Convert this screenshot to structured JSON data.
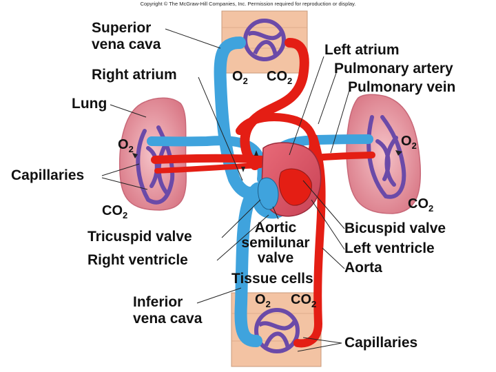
{
  "copyright": "Copyright © The McGraw-Hill Companies, Inc. Permission required for reproduction or display.",
  "labels": {
    "superior_vena_cava_1": "Superior",
    "superior_vena_cava_2": "vena cava",
    "right_atrium": "Right atrium",
    "lung": "Lung",
    "capillaries_left": "Capillaries",
    "tricuspid_valve": "Tricuspid valve",
    "right_ventricle": "Right ventricle",
    "inferior_vena_cava_1": "Inferior",
    "inferior_vena_cava_2": "vena cava",
    "left_atrium": "Left atrium",
    "pulmonary_artery": "Pulmonary artery",
    "pulmonary_vein": "Pulmonary vein",
    "bicuspid_valve": "Bicuspid valve",
    "left_ventricle": "Left ventricle",
    "aorta": "Aorta",
    "aortic_valve_1": "Aortic",
    "aortic_valve_2": "semilunar",
    "aortic_valve_3": "valve",
    "tissue_cells": "Tissue cells",
    "capillaries_bottom": "Capillaries"
  },
  "gases": {
    "o2": "O",
    "co2": "CO",
    "subscript": "2"
  },
  "colors": {
    "oxygenated": "#e41e14",
    "deoxygenated": "#3fa3dd",
    "capillary": "#6b4aa8",
    "tissue": "#f3c3a3",
    "lung": "#e6909c"
  }
}
